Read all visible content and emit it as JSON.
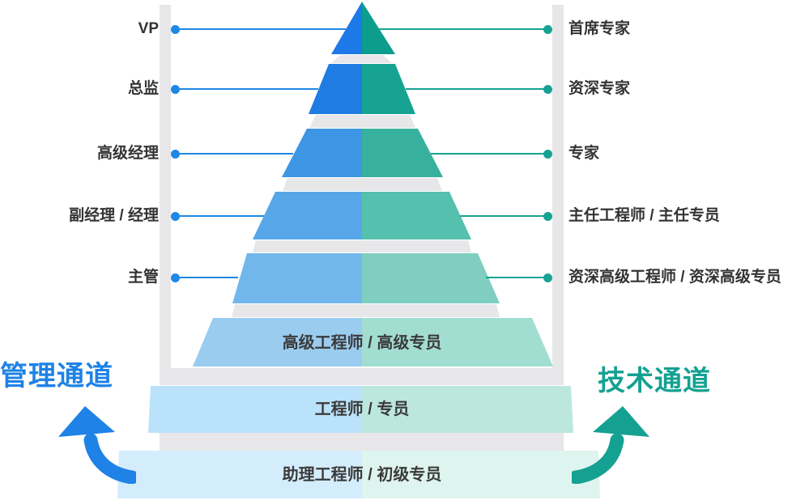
{
  "diagram": {
    "left_channel": {
      "title": "管理通道",
      "ranks": [
        {
          "label": "VP"
        },
        {
          "label": "总监"
        },
        {
          "label": "高级经理"
        },
        {
          "label": "副经理 / 经理"
        },
        {
          "label": "主管"
        }
      ]
    },
    "right_channel": {
      "title": "技术通道",
      "ranks": [
        {
          "label": "首席专家"
        },
        {
          "label": "资深专家"
        },
        {
          "label": "专家"
        },
        {
          "label": "主任工程师 / 主任专员"
        },
        {
          "label": "资深高级工程师 / 资深高级专员"
        }
      ]
    },
    "shared_levels": [
      {
        "label": "高级工程师 / 高级专员"
      },
      {
        "label": "工程师 / 专员"
      },
      {
        "label": "助理工程师 / 初级专员"
      }
    ],
    "palette": {
      "management_accent": "#1E82E6",
      "technical_accent": "#14A192",
      "connector_blue": "#1E88E5",
      "connector_teal": "#16A394",
      "rail_gray": "#E7E7E9",
      "label_text": "#333333",
      "pyramid_left": [
        "#1E79E8",
        "#1E7CE2",
        "#3C96E4",
        "#57A7E8",
        "#72B7EC",
        "#9ACCEF",
        "#BAE2FA",
        "#D4EDFC"
      ],
      "pyramid_right": [
        "#0C9D8C",
        "#17A392",
        "#37B19E",
        "#55C0AD",
        "#7FCEC0",
        "#A2DDD1",
        "#BCE7DC",
        "#DEF4EE"
      ]
    }
  }
}
